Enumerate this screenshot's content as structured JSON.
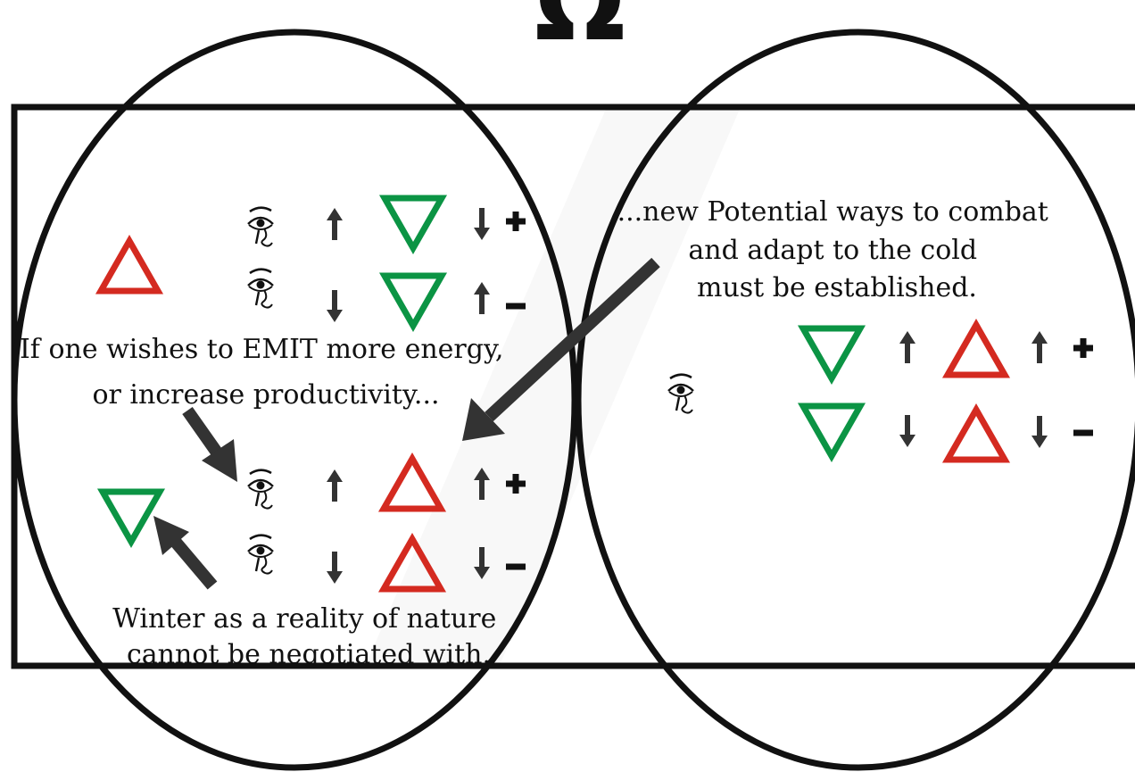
{
  "title_symbol": "Ω",
  "colors": {
    "fire": "#d42a20",
    "water": "#0b9444",
    "ink": "#111111",
    "arrow": "#333333"
  },
  "icons": {
    "fire": "up-triangle-icon",
    "water": "down-triangle-icon",
    "eye": "eye-of-horus-icon",
    "increase": "arrow-up-icon",
    "decrease": "arrow-down-icon",
    "plus": "plus-icon",
    "minus": "minus-icon"
  },
  "captions": {
    "emit": [
      "If one wishes to EMIT more energy,",
      "or increase productivity..."
    ],
    "new_ways": [
      "...new Potential ways to combat",
      "and adapt to the cold",
      "must be established."
    ],
    "winter": [
      "Winter as a reality of nature",
      "cannot be negotiated with."
    ]
  }
}
